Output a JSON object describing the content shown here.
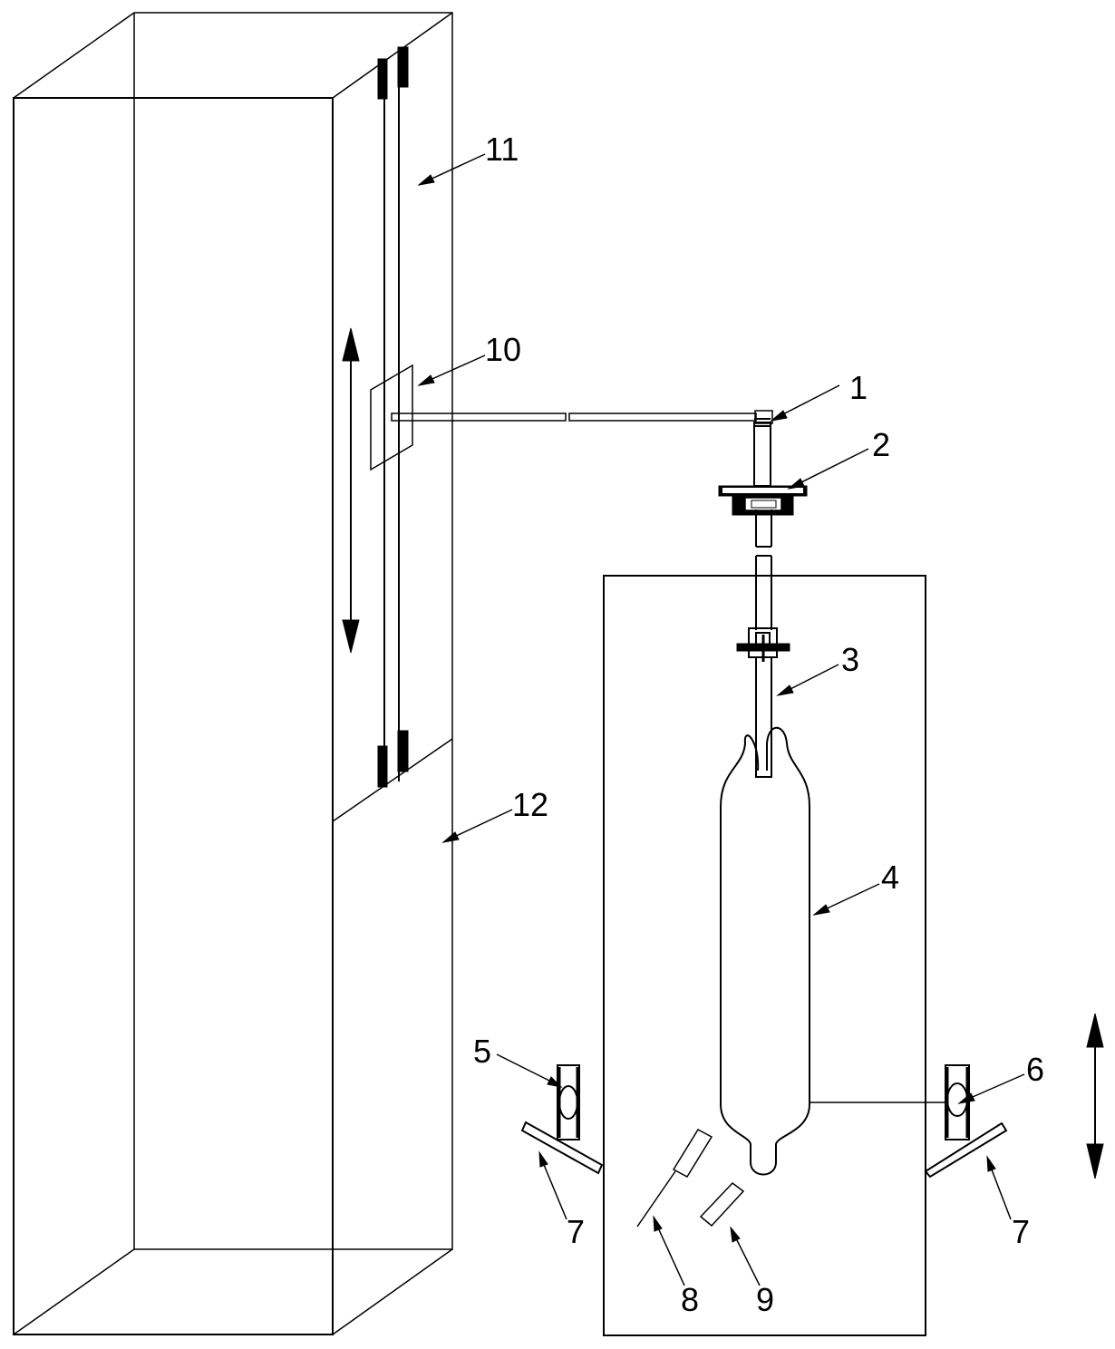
{
  "labels": {
    "l1": "1",
    "l2": "2",
    "l3": "3",
    "l4": "4",
    "l5": "5",
    "l6": "6",
    "l7a": "7",
    "l7b": "7",
    "l8": "8",
    "l9": "9",
    "l10": "10",
    "l11": "11",
    "l12": "12"
  }
}
